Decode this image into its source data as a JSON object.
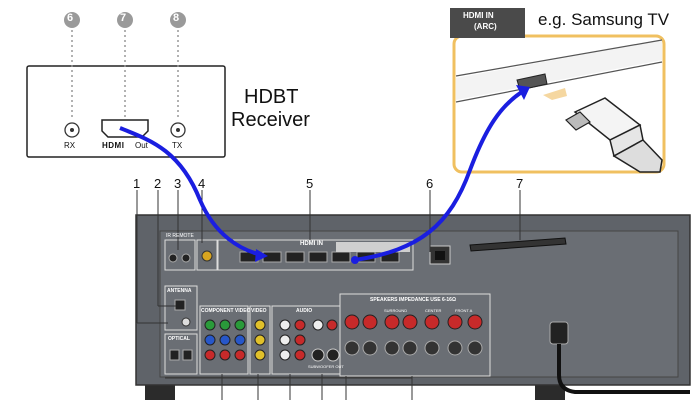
{
  "hdbt_receiver": {
    "title_line1": "HDBT",
    "title_line2": "Receiver",
    "callouts": [
      "6",
      "7",
      "8"
    ],
    "port_rx": "RX",
    "port_hdmi_out_logo": "HDMI",
    "port_hdmi_out_suffix": "Out",
    "port_tx": "TX"
  },
  "tv": {
    "caption": "e.g. Samsung TV",
    "tab_line1": "HDMI IN",
    "tab_line2": "(ARC)"
  },
  "av_receiver": {
    "callouts": [
      "1",
      "2",
      "3",
      "4",
      "5",
      "6",
      "7"
    ],
    "sections": {
      "ir_remote": "IR REMOTE",
      "hdmi_in": "HDMI IN",
      "antenna": "ANTENNA",
      "optical": "OPTICAL",
      "component_video": "COMPONENT VIDEO",
      "video": "VIDEO",
      "audio": "AUDIO",
      "speakers": "SPEAKERS   IMPEDANCE USE 6-16Ω",
      "subwoofer": "SUBWOOFER OUT",
      "surround": "SURROUND",
      "center": "CENTER",
      "front": "FRONT A"
    }
  },
  "colors": {
    "cable": "#1a1ee0",
    "device_panel": "#5f6369",
    "tv_frame": "#f0c060",
    "callout_circle": "#9a9a9a"
  }
}
